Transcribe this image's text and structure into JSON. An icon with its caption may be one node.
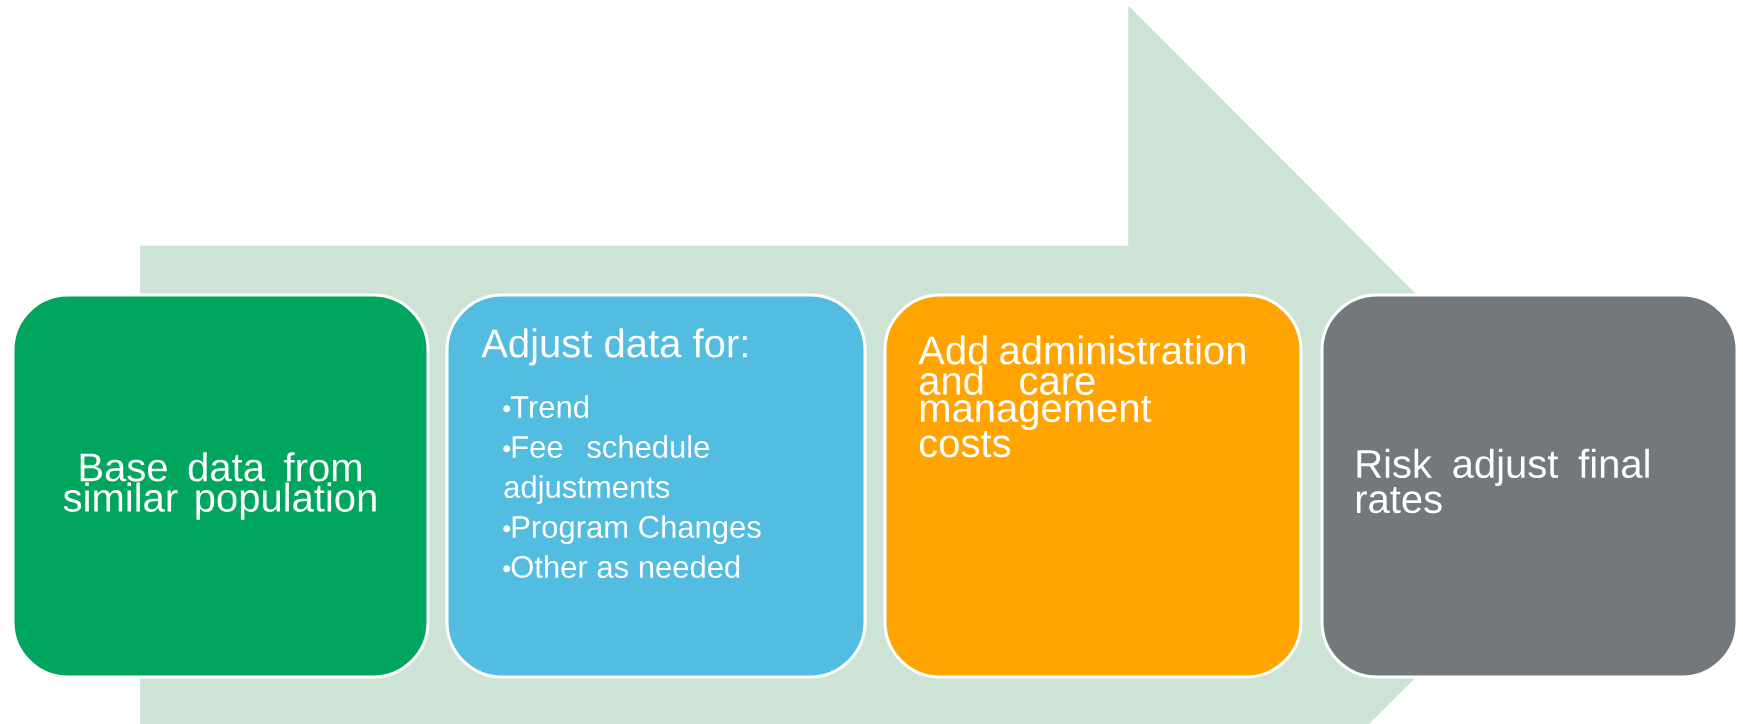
{
  "diagram": {
    "nodes": [
      {
        "text": [
          "Base data from similar population"
        ]
      },
      {
        "text": [
          "Adjust data for:",
          "Trend",
          "Fee schedule adjustments",
          "Program Changes",
          "Other as needed"
        ]
      },
      {
        "text": [
          "Add administration and care management costs"
        ]
      },
      {
        "text": [
          "Risk adjust final rates"
        ]
      }
    ]
  }
}
